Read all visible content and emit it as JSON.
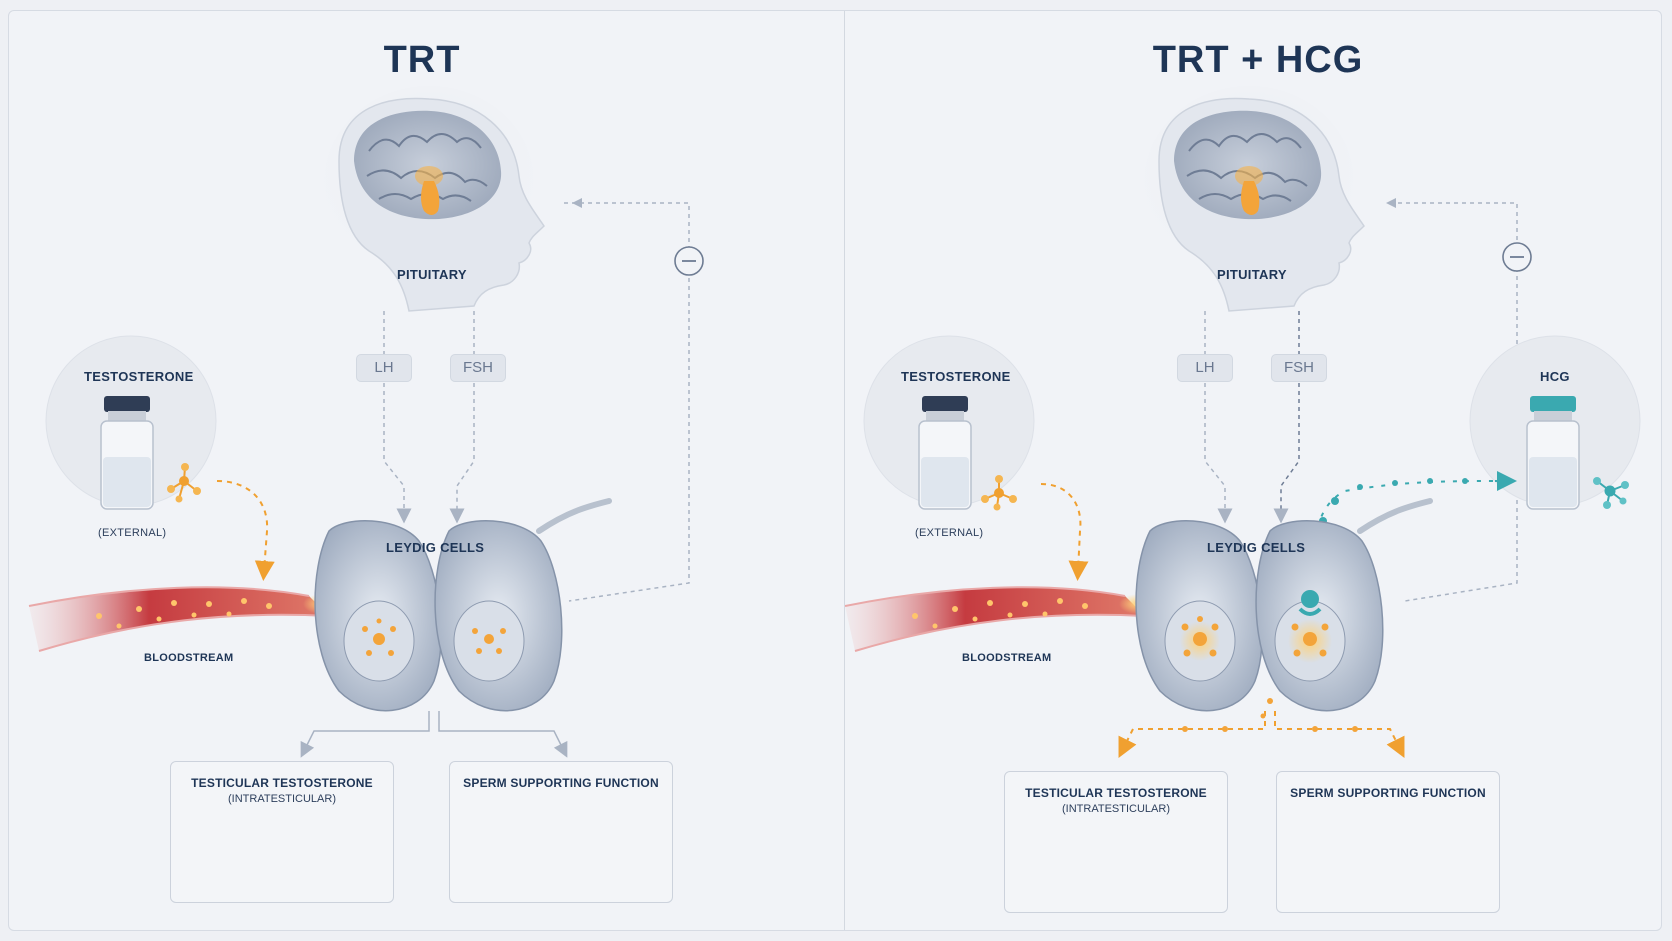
{
  "left": {
    "title": "TRT",
    "pituitary": "PITUITARY",
    "lh": "LH",
    "fsh": "FSH",
    "testosterone": "TESTOSTERONE",
    "external": "(EXTERNAL)",
    "leydig": "LEYDIG CELLS",
    "bloodstream": "BLOODSTREAM",
    "box1_title": "TESTICULAR TESTOSTERONE",
    "box1_sub": "(INTRATESTICULAR)",
    "box2_title": "SPERM SUPPORTING FUNCTION"
  },
  "right": {
    "title": "TRT + HCG",
    "pituitary": "PITUITARY",
    "lh": "LH",
    "fsh": "FSH",
    "testosterone": "TESTOSTERONE",
    "external": "(EXTERNAL)",
    "hcg": "HCG",
    "leydig": "LEYDIG CELLS",
    "bloodstream": "BLOODSTREAM",
    "box1_title": "TESTICULAR TESTOSTERONE",
    "box1_sub": "(INTRATESTICULAR)",
    "box2_title": "SPERM SUPPORTING FUNCTION"
  },
  "colors": {
    "title": "#1e3556",
    "testosterone_accent": "#f0a030",
    "hcg_accent": "#3aa9b0",
    "blood": "#b8323a",
    "feedback": "#9aa6b8"
  },
  "icons": [
    "brain-icon",
    "vial-icon",
    "molecule-icon",
    "minus-icon",
    "sperm-icon",
    "testis-icon",
    "vessel-icon"
  ]
}
